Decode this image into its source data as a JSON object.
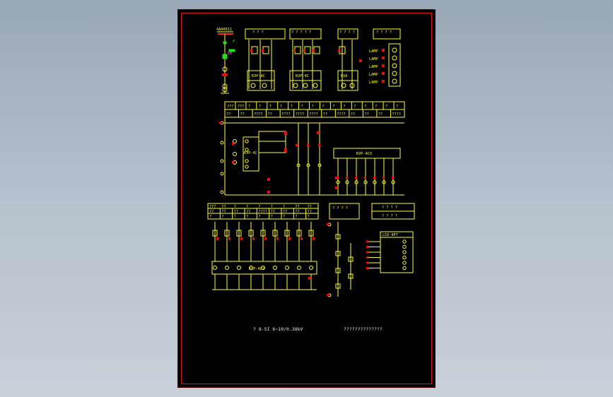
{
  "blocks": {
    "b1_header": [
      "? ? ?",
      "? ? ? ? ?",
      "? ? ? ?",
      "? ? ? ?"
    ],
    "b1_labels": {
      "bus": "4AA0011",
      "sw": "KM",
      "relay_box_a": "KVP-4C",
      "relay_box_b": "KVP-4C",
      "relay_box_c": "KVA",
      "led_labels": [
        "LAMP",
        "LAMP",
        "LAMP",
        "LAMP",
        "LAMP"
      ]
    },
    "table_mid": {
      "row1": [
        "???",
        "???",
        "?",
        "?",
        "?",
        "?",
        "?",
        "?",
        "?",
        "?",
        "?",
        "?",
        "?",
        "?",
        "?",
        "?",
        "?"
      ],
      "row2": [
        "??",
        "??",
        "????",
        "??",
        "????",
        "????",
        "????",
        "??",
        "????",
        "??",
        "??",
        "??",
        "????"
      ]
    },
    "table_bottom": {
      "row1": [
        "???",
        "??",
        "?",
        "?",
        "?",
        "?",
        "?",
        "??",
        "??"
      ],
      "row2": [
        "??",
        "??",
        "??",
        "??",
        "????",
        "??",
        "??",
        "??",
        "??"
      ],
      "row3": [
        "?",
        "?",
        "?",
        "?",
        "?",
        "?",
        "?",
        "?",
        "?"
      ],
      "right_a": "? ? ? ?",
      "right_b": "? ? ? ?",
      "right_c": "? ? ? ?"
    },
    "mid_labels": {
      "kvp_a": "KVP-4C",
      "kvp_b": "KVP-4C3",
      "bottom_box": "KVP-4C3",
      "lcd_box": "LCD-4P7"
    },
    "caption_left": "? 8-5I    6~10/0.38kV",
    "caption_right": "??????????????"
  }
}
